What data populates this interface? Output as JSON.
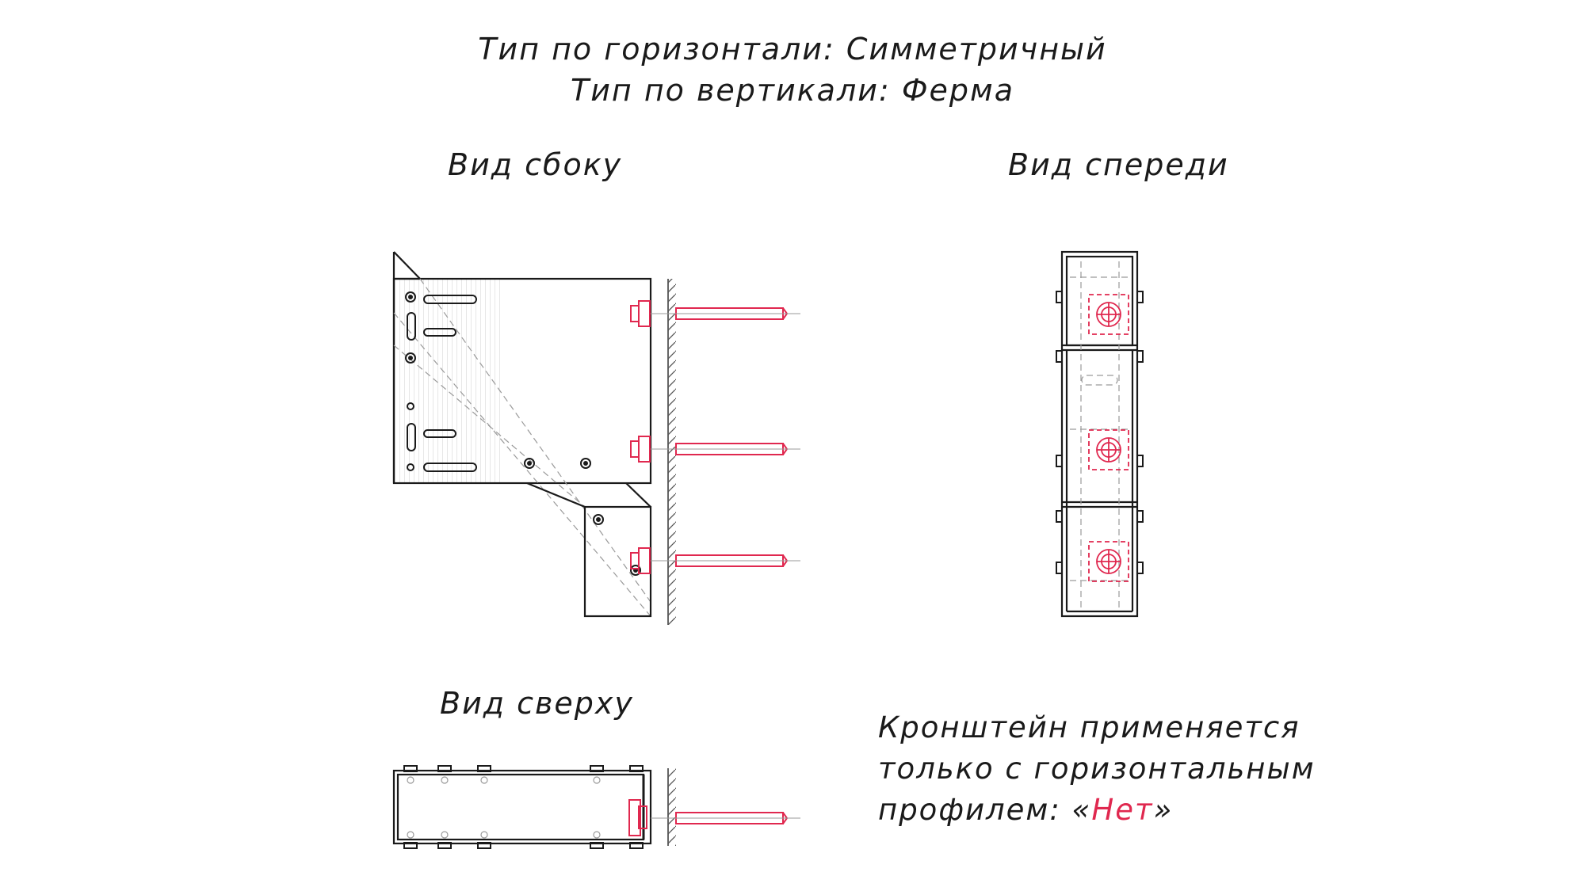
{
  "header": {
    "line1": "Тип по горизонтали: Симметричный",
    "line2": "Тип по вертикали: Ферма"
  },
  "views": {
    "side": "Вид сбоку",
    "front": "Вид спереди",
    "top": "Вид сверху"
  },
  "note": {
    "line1": "Кронштейн применяется",
    "line2": "только с горизонтальным",
    "line3_prefix": "профилем: «",
    "line3_value": "Нет",
    "line3_suffix": "»"
  },
  "colors": {
    "line": "#1a1a1a",
    "anchor": "#e0284f",
    "hidden": "#9a9a9a",
    "shade": "#d8d8d8"
  }
}
